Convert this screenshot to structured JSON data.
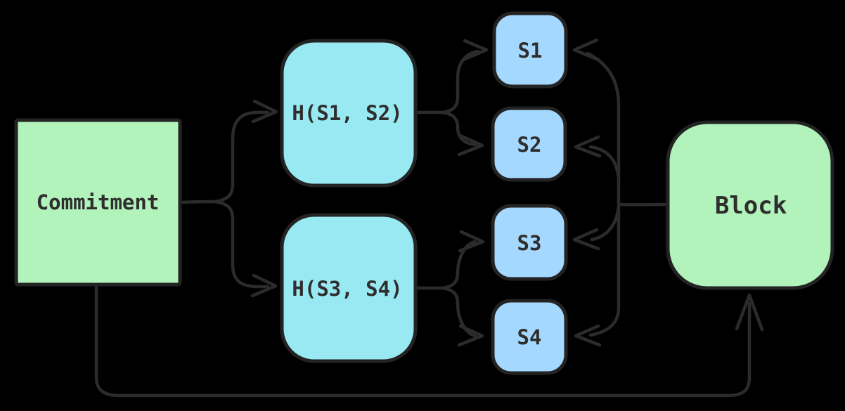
{
  "diagram": {
    "type": "merkle-commitment-flow",
    "background": "#000000",
    "edge_color": "#2b2b2b",
    "box_border_color": "#232323",
    "text_color": "#2e2e2e",
    "nodes": {
      "commitment": {
        "label": "Commitment",
        "fill": "#b2f2bb"
      },
      "hash12": {
        "label": "H(S1, S2)",
        "fill": "#99e9f2"
      },
      "hash34": {
        "label": "H(S3, S4)",
        "fill": "#99e9f2"
      },
      "s1": {
        "label": "S1",
        "fill": "#a5d8ff"
      },
      "s2": {
        "label": "S2",
        "fill": "#a5d8ff"
      },
      "s3": {
        "label": "S3",
        "fill": "#a5d8ff"
      },
      "s4": {
        "label": "S4",
        "fill": "#a5d8ff"
      },
      "block": {
        "label": "Block",
        "fill": "#b2f2bb"
      }
    },
    "edges": [
      {
        "from": "Commitment",
        "to": "H(S1, S2)"
      },
      {
        "from": "Commitment",
        "to": "H(S3, S4)"
      },
      {
        "from": "H(S1, S2)",
        "to": "S1"
      },
      {
        "from": "H(S1, S2)",
        "to": "S2"
      },
      {
        "from": "H(S3, S4)",
        "to": "S3"
      },
      {
        "from": "H(S3, S4)",
        "to": "S4"
      },
      {
        "from": "Block",
        "to": "S1"
      },
      {
        "from": "Block",
        "to": "S2"
      },
      {
        "from": "Block",
        "to": "S3"
      },
      {
        "from": "Block",
        "to": "S4"
      },
      {
        "from": "Commitment",
        "to": "Block"
      }
    ]
  }
}
